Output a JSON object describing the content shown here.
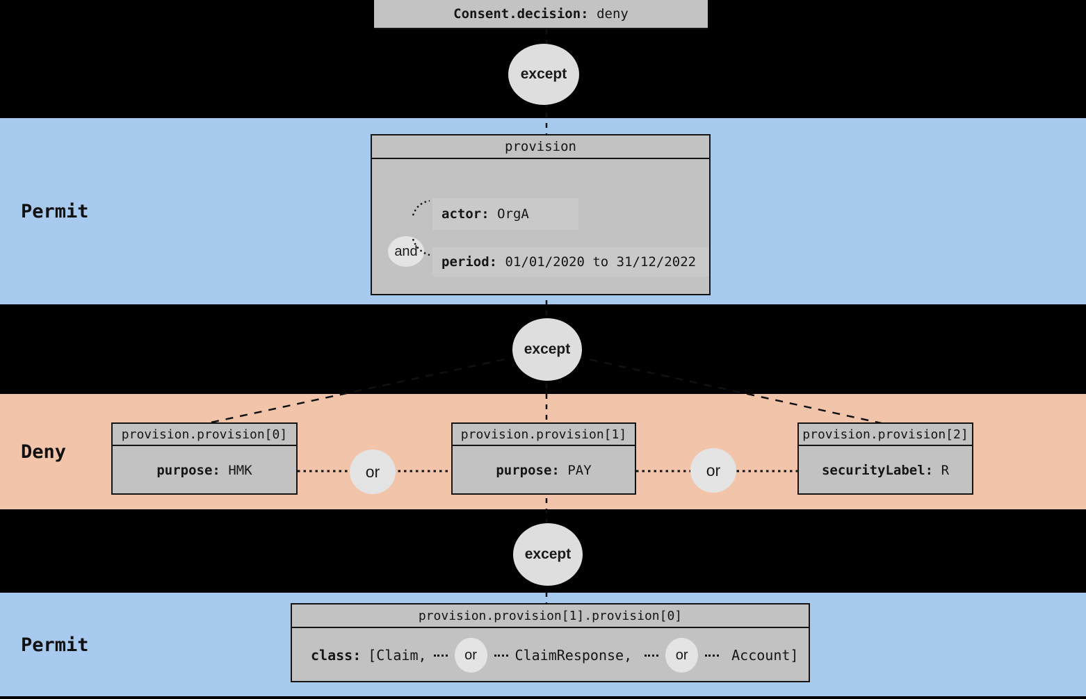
{
  "colors": {
    "background": "#000000",
    "permit_band": "#a9caef",
    "deny_band": "#f2c5ab",
    "node_fill": "#c2c2c2",
    "node_border": "#141414",
    "connector_circle_fill": "#e0e0e0",
    "row_highlight": "#c9c9c9"
  },
  "root": {
    "label": "Consent.decision:",
    "value": "deny"
  },
  "connector_labels": {
    "except": "except",
    "and": "and",
    "or": "or"
  },
  "permit_band_1": {
    "label": "Permit",
    "node": {
      "header": "provision",
      "rows": [
        {
          "name": "actor:",
          "value": "OrgA"
        },
        {
          "name": "period:",
          "value": "01/01/2020 to 31/12/2022"
        }
      ]
    }
  },
  "deny_band": {
    "label": "Deny",
    "nodes": [
      {
        "header": "provision.provision[0]",
        "name": "purpose:",
        "value": "HMK"
      },
      {
        "header": "provision.provision[1]",
        "name": "purpose:",
        "value": "PAY"
      },
      {
        "header": "provision.provision[2]",
        "name": "securityLabel:",
        "value": "R"
      }
    ]
  },
  "permit_band_2": {
    "label": "Permit",
    "node": {
      "header": "provision.provision[1].provision[0]",
      "name": "class:",
      "parts": [
        "[Claim,",
        "ClaimResponse,",
        "Account]"
      ]
    }
  }
}
